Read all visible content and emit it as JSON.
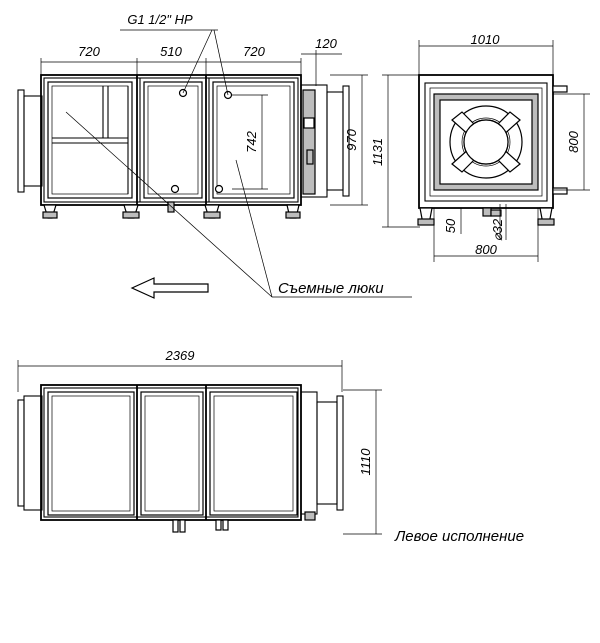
{
  "front_view": {
    "dims": {
      "width_section_1": "720",
      "width_section_2": "510",
      "width_section_3": "720",
      "flange_width": "120",
      "height_total": "970",
      "height_overall": "1131",
      "hatch_height": "742",
      "pipe_thread": "G1 1/2\" HP"
    },
    "labels": {
      "removable_hatches": "Съемные люки"
    }
  },
  "side_view": {
    "dims": {
      "width": "1010",
      "outlet_height": "800",
      "outlet_width": "800",
      "pipe_offset": "50",
      "pipe_diameter": "⌀32"
    }
  },
  "top_view": {
    "dims": {
      "length_total": "2369",
      "depth": "1110"
    },
    "labels": {
      "version": "Левое исполнение"
    }
  },
  "icons": {
    "flow_arrow": "arrow-left-icon",
    "fan": "fan-icon"
  }
}
